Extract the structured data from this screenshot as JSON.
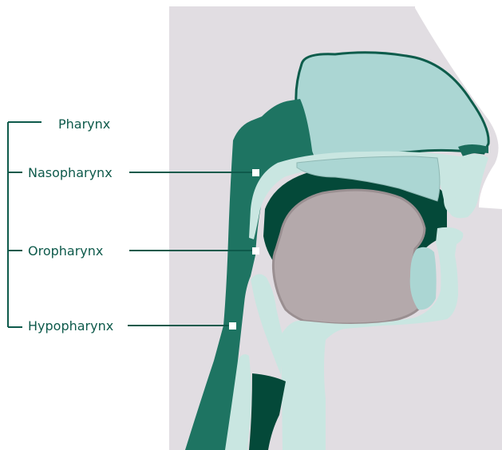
{
  "colors": {
    "background": "#ffffff",
    "head_silhouette": "#e1dde2",
    "dark_teal": "#1e7462",
    "deep_teal": "#044939",
    "mid_teal": "#1a6c5b",
    "mint": "#abd6d3",
    "pale_mint": "#c9e6e1",
    "tongue": "#b4a9ab",
    "outline": "#0d5c4b",
    "label_text": "#0e5a4b",
    "leader_line": "#0e5a4b"
  },
  "labels": {
    "pharynx": "Pharynx",
    "nasopharynx": "Nasopharynx",
    "oropharynx": "Oropharynx",
    "hypopharynx": "Hypopharynx"
  }
}
